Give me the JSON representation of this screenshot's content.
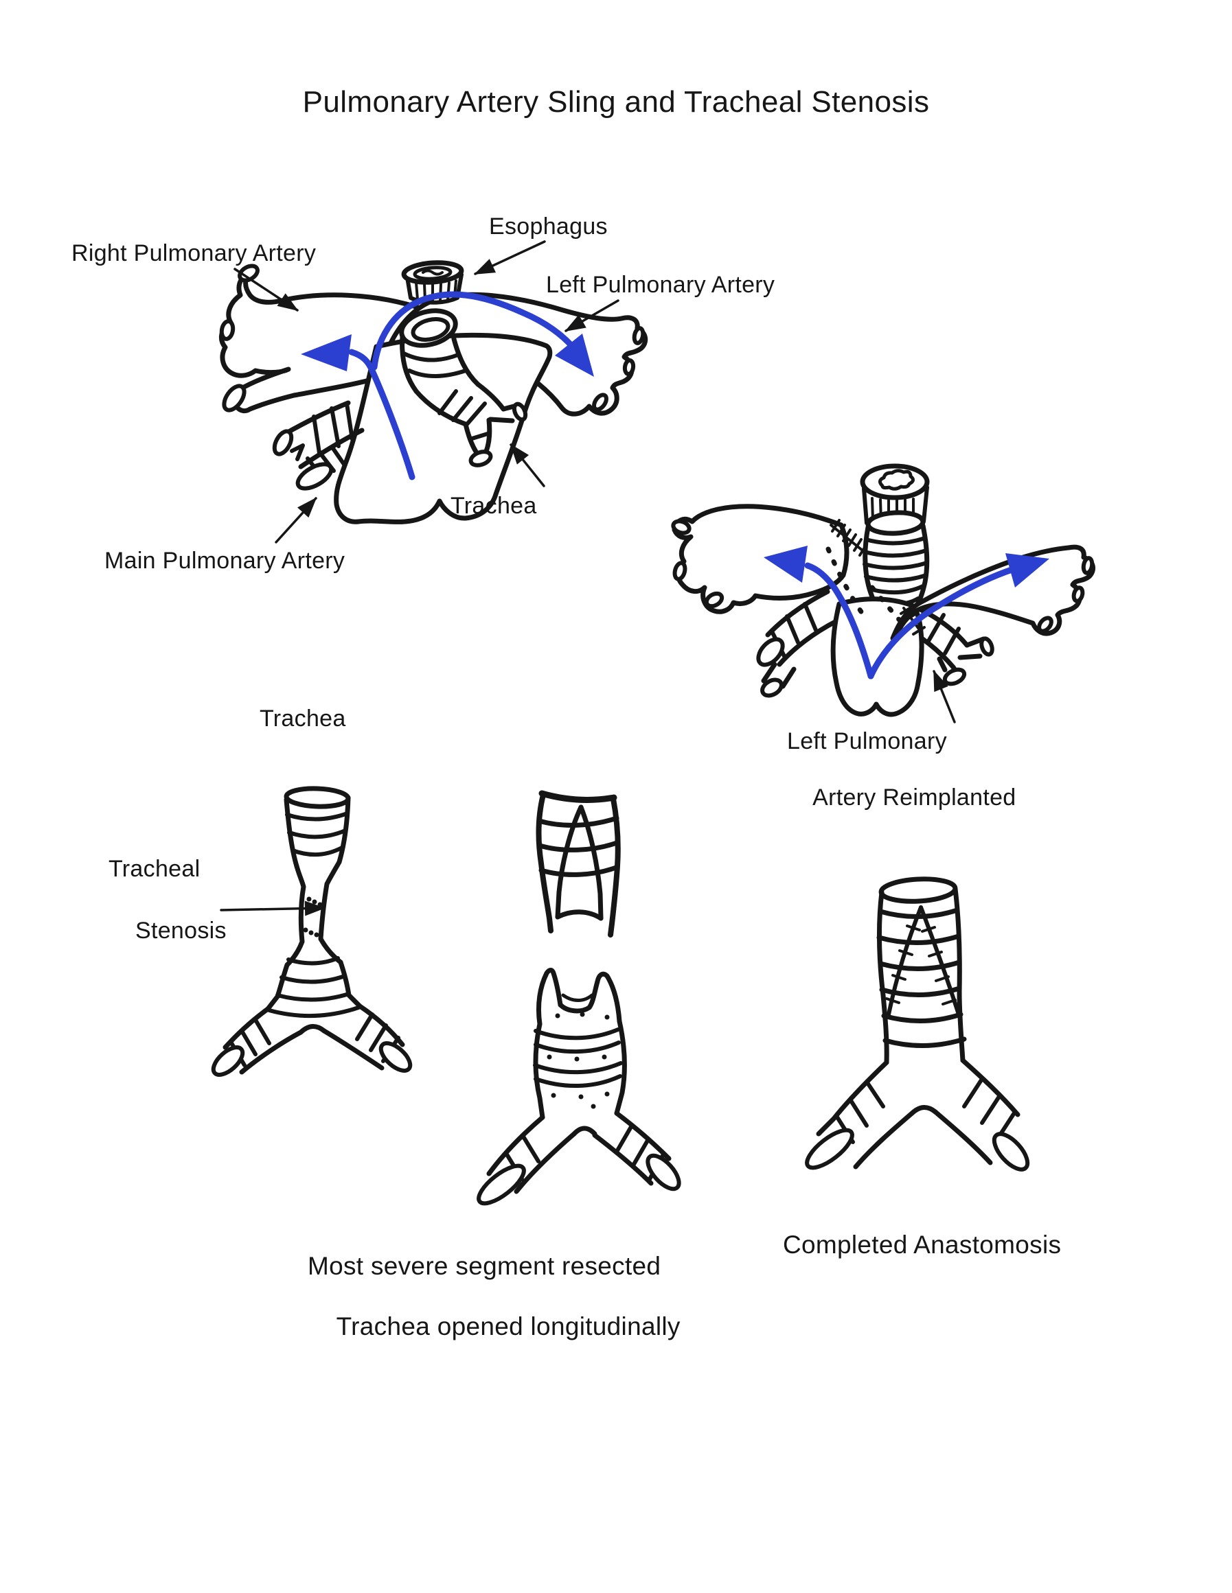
{
  "title": "Pulmonary Artery Sling and Tracheal Stenosis",
  "colors": {
    "ink": "#161616",
    "flow_blue": "#2b3fd0",
    "background": "#ffffff"
  },
  "fig_preop": {
    "right_pulmonary_artery": "Right Pulmonary Artery",
    "esophagus": "Esophagus",
    "left_pulmonary_artery": "Left Pulmonary Artery",
    "trachea": "Trachea",
    "main_pulmonary_artery": "Main Pulmonary Artery"
  },
  "fig_reimplant": {
    "label_line1": "Left Pulmonary",
    "label_line2": "Artery Reimplanted"
  },
  "fig_stenosis": {
    "trachea": "Trachea",
    "stenosis_line1": "Tracheal",
    "stenosis_line2": "Stenosis"
  },
  "fig_resection": {
    "caption_line1": "Most severe segment resected",
    "caption_line2": "Trachea opened longitudinally"
  },
  "fig_anastomosis": {
    "caption": "Completed Anastomosis"
  }
}
